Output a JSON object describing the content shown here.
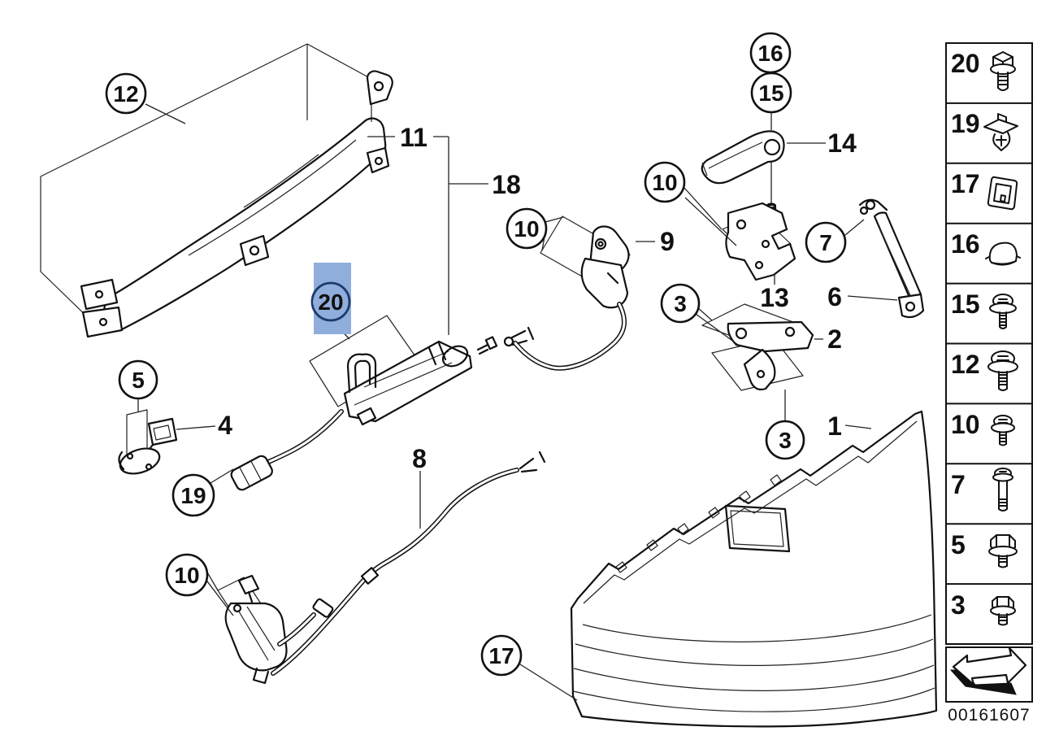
{
  "highlight": {
    "bg": "#8FAEDC",
    "fg": "#1C3A6E"
  },
  "diagram": {
    "callouts": {
      "c12": {
        "label": "12"
      },
      "c10_center": {
        "label": "10"
      },
      "c16": {
        "label": "16"
      },
      "c15": {
        "label": "15"
      },
      "c10_right": {
        "label": "10"
      },
      "c7": {
        "label": "7"
      },
      "c3_upper": {
        "label": "3"
      },
      "c3_lower": {
        "label": "3"
      },
      "c5": {
        "label": "5"
      },
      "c19": {
        "label": "19"
      },
      "c10_lower": {
        "label": "10"
      },
      "c17": {
        "label": "17"
      },
      "c20": {
        "label": "20"
      }
    },
    "labels": {
      "l11": {
        "text": "11"
      },
      "l18": {
        "text": "18"
      },
      "l9": {
        "text": "9"
      },
      "l14": {
        "text": "14"
      },
      "l13": {
        "text": "13"
      },
      "l6": {
        "text": "6"
      },
      "l2": {
        "text": "2"
      },
      "l1": {
        "text": "1"
      },
      "l4": {
        "text": "4"
      },
      "l8": {
        "text": "8"
      }
    }
  },
  "sidebar": {
    "rows": [
      {
        "label": "20",
        "icon": "hex-flange-screw"
      },
      {
        "label": "19",
        "icon": "expansion-clip"
      },
      {
        "label": "17",
        "icon": "cover-cap"
      },
      {
        "label": "16",
        "icon": "blanking-cap"
      },
      {
        "label": "15",
        "icon": "torx-screw-washer"
      },
      {
        "label": "12",
        "icon": "torx-screw-washer-large"
      },
      {
        "label": "10",
        "icon": "torx-screw-washer-small"
      },
      {
        "label": "7",
        "icon": "torx-bolt-long"
      },
      {
        "label": "5",
        "icon": "hex-flange-bolt"
      },
      {
        "label": "3",
        "icon": "hex-flange-bolt-small"
      }
    ],
    "footer_number": "00161607"
  }
}
